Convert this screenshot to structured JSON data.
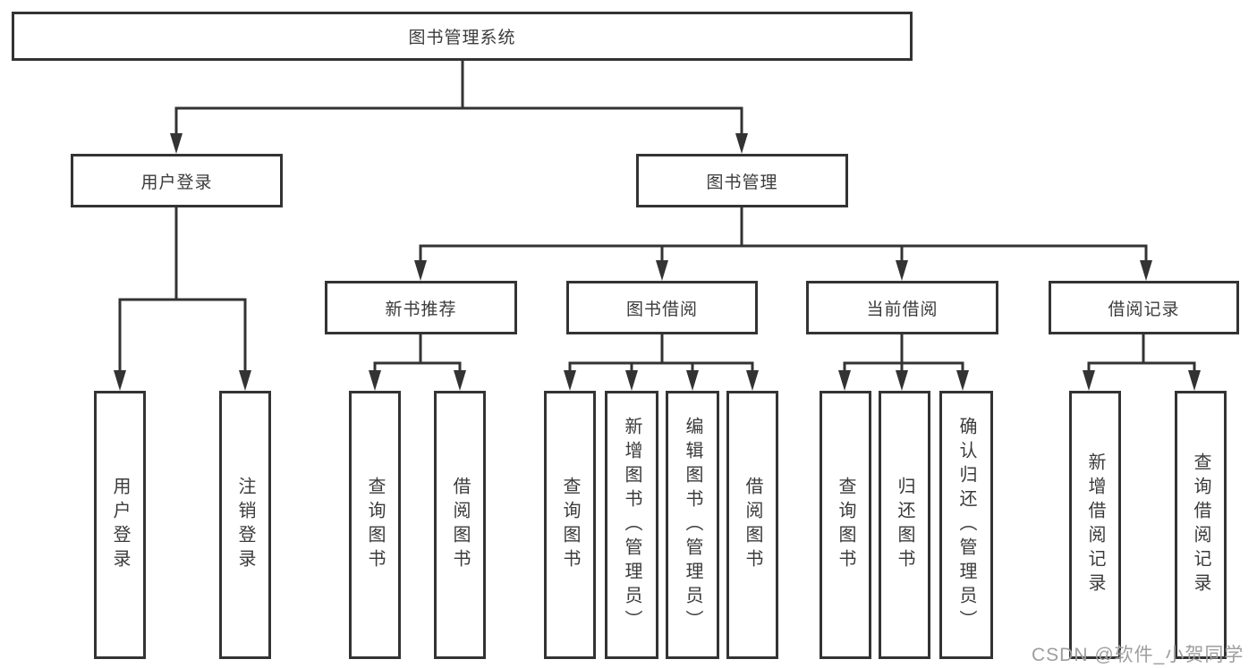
{
  "diagram": {
    "root": {
      "label": "图书管理系统"
    },
    "level2": [
      {
        "label": "用户登录"
      },
      {
        "label": "图书管理"
      }
    ],
    "level3": [
      {
        "label": "新书推荐"
      },
      {
        "label": "图书借阅"
      },
      {
        "label": "当前借阅"
      },
      {
        "label": "借阅记录"
      }
    ],
    "leaves": {
      "login": [
        "用户登录",
        "注销登录"
      ],
      "recommend": [
        "查询图书",
        "借阅图书"
      ],
      "borrow": [
        "查询图书",
        "新增图书（管理员）",
        "编辑图书（管理员）",
        "借阅图书"
      ],
      "current": [
        "查询图书",
        "归还图书",
        "确认归还（管理员）"
      ],
      "records": [
        "新增借阅记录",
        "查询借阅记录"
      ]
    }
  },
  "watermark": "CSDN @软件_小贺同学",
  "colors": {
    "line": "#333333",
    "text": "#3b3b3b",
    "watermark": "#9e9e9e",
    "background": "#ffffff"
  }
}
